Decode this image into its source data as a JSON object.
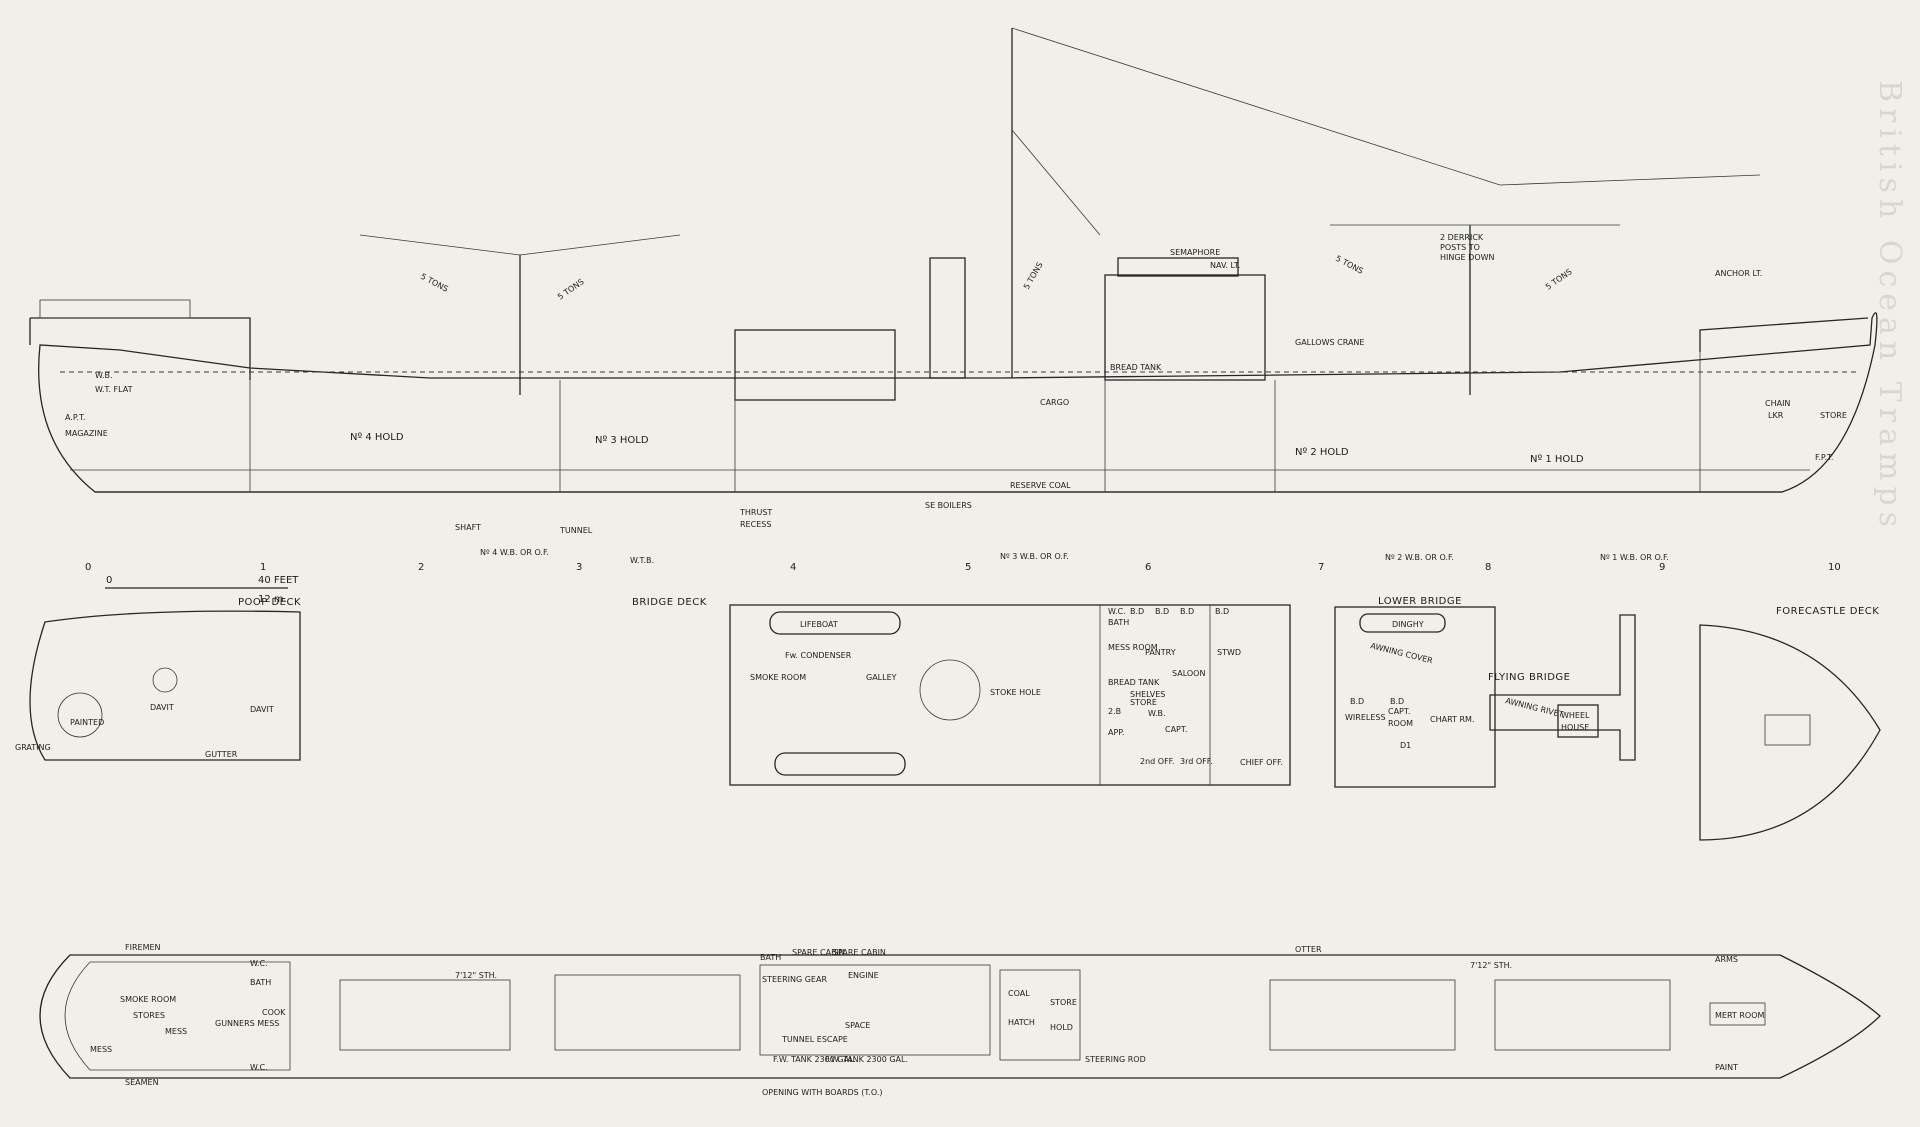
{
  "profile": {
    "holds": [
      "Nº 4 HOLD",
      "Nº 3 HOLD",
      "Nº 2 HOLD",
      "Nº 1 HOLD"
    ],
    "derrick_labels": [
      "5 TONS",
      "5 TONS",
      "5 TONS",
      "5 TONS",
      "5 TONS"
    ],
    "aft_labels": [
      "W.B.",
      "W.T. FLAT",
      "A.P.T.",
      "MAGAZINE"
    ],
    "midship_labels": [
      "SHAFT",
      "TUNNEL",
      "THRUST",
      "RECESS",
      "SE BOILERS",
      "RESERVE COAL",
      "CARGO",
      "BREAD TANK",
      "GALLOWS CRANE",
      "SEMAPHORE",
      "NAV. LT."
    ],
    "fwd_labels": [
      "2 DERRICK",
      "POSTS TO",
      "HINGE DOWN",
      "ANCHOR LT.",
      "CHAIN",
      "LKR",
      "STORE",
      "F.P.T."
    ],
    "bottom_labels": [
      "Nº 4 W.B. OR O.F.",
      "Nº 3 W.B. OR O.F.",
      "Nº 2 W.B. OR O.F.",
      "Nº 1 W.B. OR O.F.",
      "W.T.B."
    ],
    "frame_numbers": [
      "0",
      "1",
      "2",
      "3",
      "4",
      "5",
      "6",
      "7",
      "8",
      "9",
      "10"
    ],
    "scale": {
      "zero": "0",
      "feet": "40 FEET",
      "metres": "12 m."
    }
  },
  "decks": {
    "poop": {
      "title": "POOP DECK",
      "labels": [
        "GRATING",
        "PAINTED ",
        "DAVIT",
        "DAVIT",
        "GUTTER"
      ]
    },
    "bridge": {
      "title": "BRIDGE DECK",
      "labels": [
        "LIFEBOAT",
        "Fw. CONDENSER",
        "SMOKE ROOM",
        "GALLEY",
        "STOKE HOLE",
        "MESS ROOM",
        "PANTRY",
        "STWD",
        "SALOON",
        "BREAD TANK",
        "STORE",
        "SHELVES",
        "CAPT.",
        "W.B.",
        "BATH",
        "W.C.",
        "CHIEF OFF.",
        "APP.",
        "B.D",
        "B.D",
        "B.D",
        "B.D",
        "2.B",
        "2nd OFF.",
        "3rd OFF."
      ]
    },
    "lower_bridge": {
      "title": "LOWER BRIDGE",
      "labels": [
        "DINGHY",
        "AWNING COVER",
        "WIRELESS",
        "CAPT.",
        "ROOM",
        "CHART RM.",
        "B.D",
        "B.D",
        "D1"
      ]
    },
    "flying_bridge": {
      "title": "FLYING BRIDGE",
      "labels": [
        "AWNING RIVET",
        "WHEEL",
        "HOUSE"
      ]
    },
    "forecastle": {
      "title": "FORECASTLE DECK"
    },
    "main": {
      "labels": [
        "FIREMEN",
        "SEAMEN",
        "SMOKE ROOM",
        "STORES",
        "MESS",
        "GUNNERS MESS",
        "MESS",
        "BATH",
        "W.C.",
        "W.C.",
        "COOK",
        "BATH",
        "SPARE CABIN",
        "SPARE CABIN",
        "STEERING GEAR",
        "ENGINE",
        "SPACE",
        "TUNNEL ESCAPE",
        "F.W. TANK 2300 GAL.",
        "F.W. TANK 2300 GAL.",
        "OPENING WITH BOARDS (T.O.)",
        "COAL",
        "HATCH",
        "STORE",
        "HOLD",
        "STEERING ROD",
        "OTTER",
        "MERT ROOM",
        "ARMS",
        "PAINT",
        "7'12\" STH.",
        "7'12\" STH."
      ]
    }
  },
  "background_text": [
    "British Ocean Tramps"
  ]
}
